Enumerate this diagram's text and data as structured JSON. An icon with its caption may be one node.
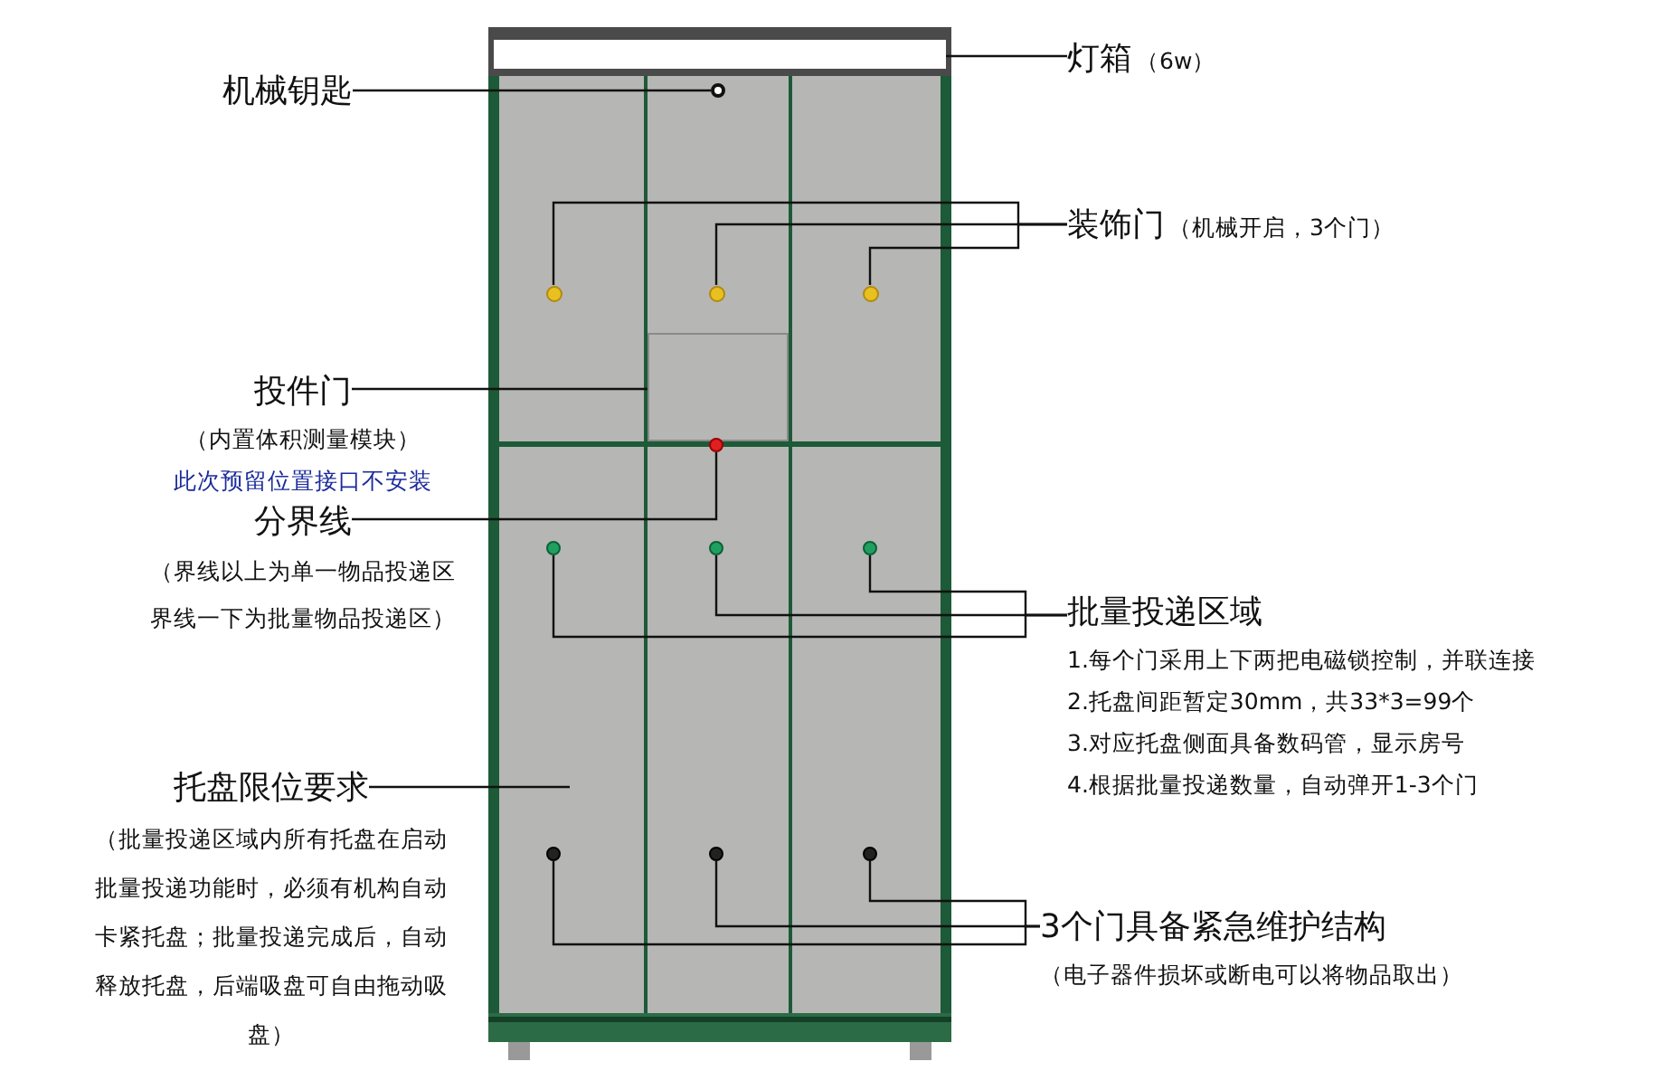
{
  "diagram": {
    "nodes": [
      {
        "text": [
          "灯箱",
          "（6w）"
        ]
      },
      {
        "text": [],
        "shape": "box"
      },
      {
        "text": [
          "机械钥匙"
        ]
      },
      {
        "text": [],
        "shape": "circle"
      },
      {
        "text": [
          "装饰门",
          "（机械开启，3个门）"
        ]
      },
      {
        "text": [],
        "shape": "circle"
      },
      {
        "text": [],
        "shape": "circle"
      },
      {
        "text": [],
        "shape": "circle"
      },
      {
        "text": [
          "投件门",
          "（内置体积测量模块）",
          "此次预留位置接口不安装"
        ]
      },
      {
        "text": [],
        "shape": "box"
      },
      {
        "text": [
          "分界线",
          "（界线以上为单一物品投递区界线一下为批量物品投递区）"
        ]
      },
      {
        "text": [],
        "shape": "circle"
      },
      {
        "text": [
          "批量投递区域",
          "1.每个门采用上下两把电磁锁控制，并联连接",
          "2.托盘间距暂定30mm，共33*3=99个",
          "3.对应托盘侧面具备数码管，显示房号",
          "4.根据批量投递数量，自动弹开1-3个门"
        ]
      },
      {
        "text": [],
        "shape": "circle"
      },
      {
        "text": [],
        "shape": "circle"
      },
      {
        "text": [],
        "shape": "circle"
      },
      {
        "text": [
          "托盘限位要求",
          "（批量投递区域内所有托盘在启动批量投递功能时，必须有机构自动卡紧托盘；批量投递完成后，自动释放托盘，后端吸盘可自由拖动吸盘）"
        ]
      },
      {
        "text": [
          "3个门具备紧急维护结构",
          "（电子器件损坏或断电可以将物品取出）"
        ]
      },
      {
        "text": [],
        "shape": "circle"
      },
      {
        "text": [],
        "shape": "circle"
      },
      {
        "text": [],
        "shape": "circle"
      }
    ],
    "edges": [
      {
        "from": 0,
        "to": 1,
        "arrow": "none"
      },
      {
        "from": 2,
        "to": 3,
        "arrow": "none"
      },
      {
        "from": 4,
        "to": 5,
        "arrow": "none"
      },
      {
        "from": 4,
        "to": 6,
        "arrow": "none"
      },
      {
        "from": 4,
        "to": 7,
        "arrow": "none"
      },
      {
        "from": 8,
        "to": 9,
        "arrow": "none"
      },
      {
        "from": 10,
        "to": 11,
        "arrow": "none"
      },
      {
        "from": 12,
        "to": 13,
        "arrow": "none"
      },
      {
        "from": 12,
        "to": 14,
        "arrow": "none"
      },
      {
        "from": 12,
        "to": 15,
        "arrow": "none"
      },
      {
        "from": 16,
        "to": null,
        "arrow": "none"
      },
      {
        "from": 17,
        "to": 18,
        "arrow": "none"
      },
      {
        "from": 17,
        "to": 19,
        "arrow": "none"
      },
      {
        "from": 17,
        "to": 20,
        "arrow": "none"
      }
    ]
  }
}
